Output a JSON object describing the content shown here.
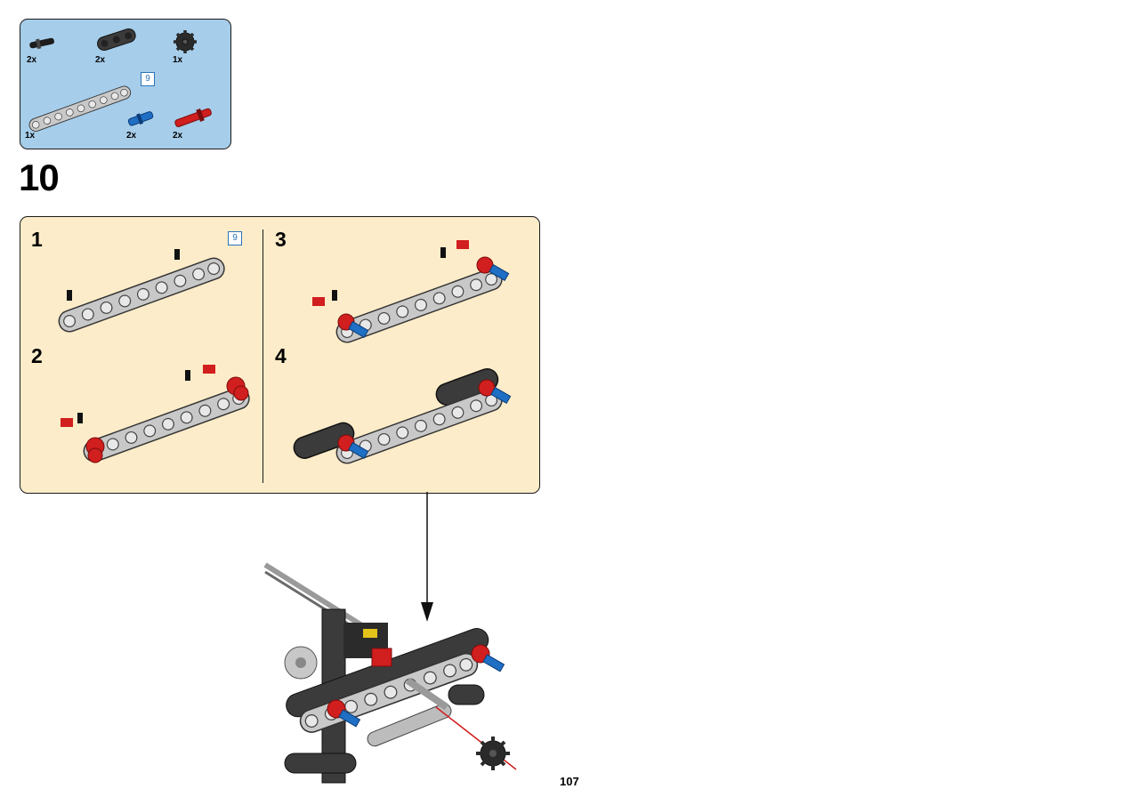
{
  "parts_list": {
    "items": [
      {
        "part": "black-axle-pin",
        "qty": "2x"
      },
      {
        "part": "dark-gray-beam-3",
        "qty": "2x"
      },
      {
        "part": "black-gear-12-tooth",
        "qty": "1x"
      },
      {
        "part": "light-gray-beam-9",
        "qty": "1x",
        "length_badge": "9"
      },
      {
        "part": "blue-axle-pin",
        "qty": "2x"
      },
      {
        "part": "red-axle-pin-long",
        "qty": "2x"
      }
    ]
  },
  "step": {
    "number": "10"
  },
  "substeps": [
    {
      "number": "1",
      "length_badge": "9"
    },
    {
      "number": "2"
    },
    {
      "number": "3"
    },
    {
      "number": "4"
    }
  ],
  "colors": {
    "parts_background": "#a6cdea",
    "substep_background": "#fdecc9",
    "badge": "#2b74b8",
    "red_part": "#d11e1e",
    "blue_part": "#1f6fc4",
    "light_gray": "#c8c8c8",
    "dark_gray": "#3b3b3b"
  },
  "page": {
    "number": "107"
  }
}
